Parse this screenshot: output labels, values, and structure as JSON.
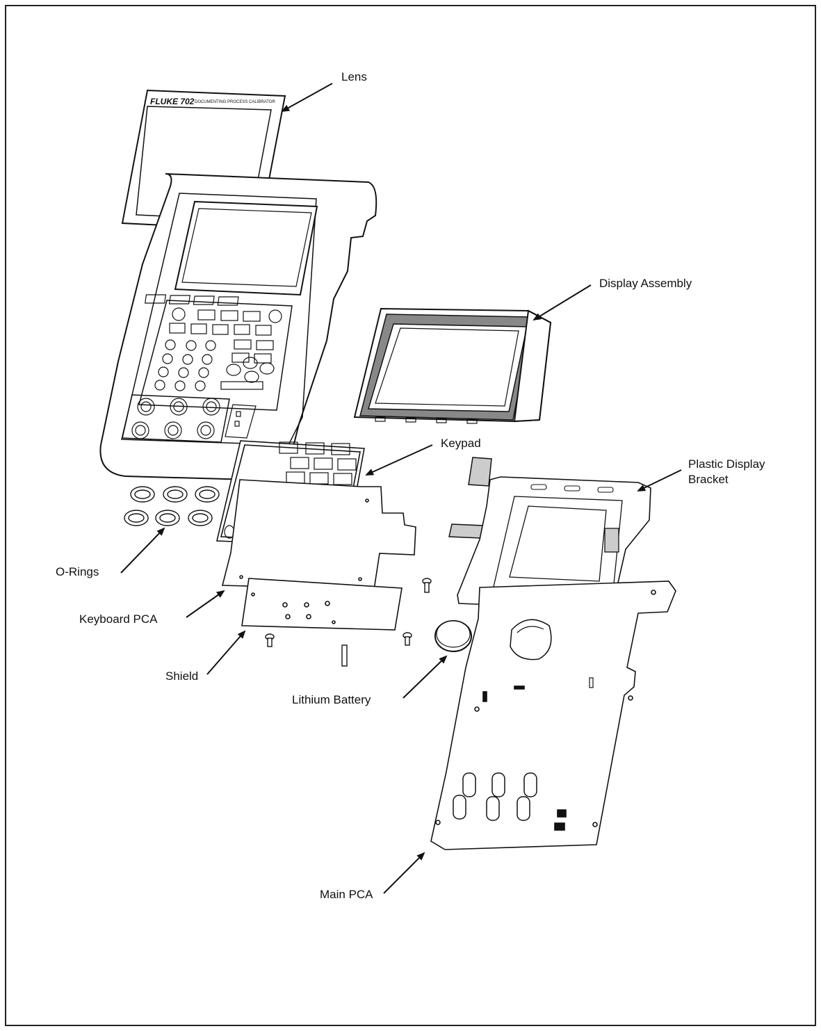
{
  "figure": {
    "lens_brand": "FLUKE 702",
    "lens_tagline": "DOCUMENTING PROCESS CALIBRATOR"
  },
  "callouts": {
    "lens": "Lens",
    "display_assembly": "Display Assembly",
    "keypad": "Keypad",
    "plastic_display_bracket_line1": "Plastic Display",
    "plastic_display_bracket_line2": "Bracket",
    "o_rings": "O-Rings",
    "keyboard_pca": "Keyboard PCA",
    "shield": "Shield",
    "lithium_battery": "Lithium Battery",
    "main_pca": "Main PCA"
  },
  "colors": {
    "ink": "#111111",
    "lcd_gray": "#bdbdbd",
    "panel_gray": "#d8d8d8",
    "frame": "#222222"
  }
}
